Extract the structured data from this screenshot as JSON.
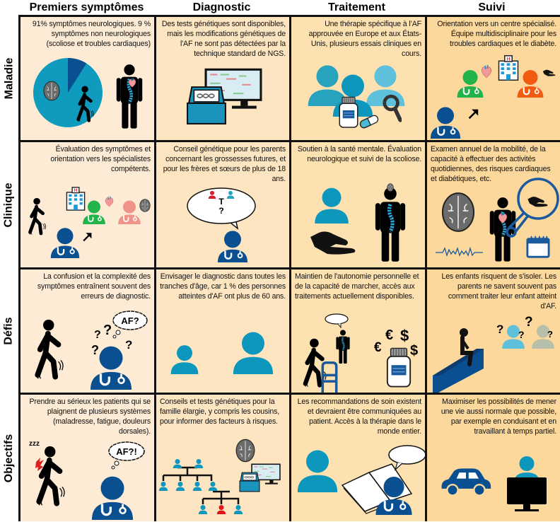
{
  "columns": [
    "Premiers symptômes",
    "Diagnostic",
    "Traitement",
    "Suivi"
  ],
  "rows": [
    {
      "label": "Maladie",
      "cells": [
        "91% symptômes neurologiques. 9 % symptômes non neurologiques (scoliose et troubles cardiaques)",
        "Des tests génétiques sont disponibles, mais les modifications génétiques de l'AF ne sont pas détectées par la technique standard de NGS.",
        "Une thérapie spécifique à l’AF approuvée en Europe et aux États-Unis, plusieurs essais cliniques en cours.",
        "Orientation vers un centre spécialisé. Équipe multidisciplinaire pour les troubles cardiaques et le diabète."
      ]
    },
    {
      "label": "Clinique",
      "cells": [
        "Évaluation des symptômes et orientation vers les spécialistes compétents.",
        "Conseil génétique pour les parents concernant les grossesses futures, et pour les frères et sœurs de plus de 18 ans.",
        "Soutien à la santé mentale. Évaluation neurologique et suivi de la scoliose.",
        "Examen annuel de la mobilité, de la capacité à effectuer des activités quotidiennes, des risques cardiaques et diabétiques, etc."
      ]
    },
    {
      "label": "Défis",
      "cells": [
        "La confusion et la complexité des symptômes entraînent souvent des erreurs de diagnostic.",
        "Envisager le diagnostic dans toutes les tranches d'âge, car 1 % des personnes atteintes d'AF ont plus de 60 ans.",
        "Maintien de l'autonomie personnelle et de la capacité de marcher, accès aux traitements actuellement disponibles.",
        "Les enfants risquent de s'isoler. Les parents ne savent souvent pas comment traiter leur enfant atteint d'AF."
      ]
    },
    {
      "label": "Objectifs",
      "cells": [
        "Prendre au sérieux les patients qui se plaignent de plusieurs systèmes (maladresse, fatigue, douleurs dorsales).",
        "Conseils et tests génétiques pour la famille élargie, y compris les cousins, pour informer des facteurs à risques.",
        "Les recommandations de soin existent et devraient être communiquées au patient. Accès à la thérapie dans le monde entier.",
        "Maximiser les possibilités de mener une vie aussi normale que possible, par exemple en conduisant et en travaillant à temps partiel."
      ]
    }
  ],
  "pie": {
    "neurological_percent": 91,
    "non_neurological_percent": 9
  },
  "icon_text": {
    "af_question": "AF?",
    "af_question_excl": "AF?!",
    "question": "?",
    "t": "T",
    "euro": "€",
    "dollar": "$",
    "zzz": "zzz"
  },
  "colors": {
    "teal": "#0e9bbd",
    "dark_blue": "#0a4f8f",
    "green": "#22b34b",
    "orange": "#f25b12",
    "pink": "#f0948a",
    "cell_col1": "#fdebd5",
    "cell_col4": "#fcd89c"
  }
}
